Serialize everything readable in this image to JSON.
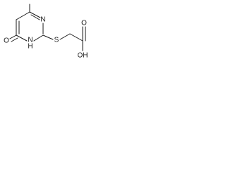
{
  "molecule": {
    "atom_labels": {
      "ring_nitrogen_top": "N",
      "ring_nitrogen_nh": "H\nN",
      "ring_nitrogen_nh_h": "H",
      "ring_nitrogen_nh_n": "N",
      "sulfur": "S",
      "carbonyl_oxygen_ring": "O",
      "carbonyl_oxygen_acid": "O",
      "hydroxyl": "OH"
    }
  },
  "colors": {
    "stroke": "#1a1a1a",
    "background": "#ffffff"
  }
}
